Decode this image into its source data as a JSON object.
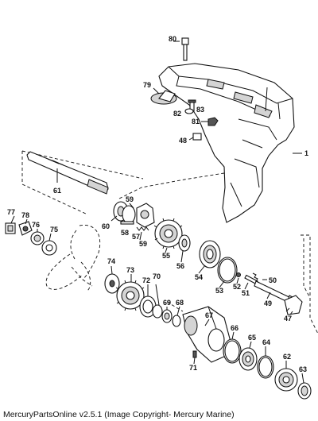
{
  "footer": {
    "caption": "MercuryPartsOnline v2.5.1 (Image Copyright- Mercury Marine)"
  },
  "diagram": {
    "callouts": [
      "80",
      "79",
      "83",
      "82",
      "81",
      "48",
      "1",
      "61",
      "59",
      "77",
      "78",
      "76",
      "75",
      "60",
      "58",
      "57",
      "59",
      "55",
      "56",
      "54",
      "53",
      "52",
      "51",
      "50",
      "49",
      "47",
      "74",
      "73",
      "72",
      "70",
      "69",
      "68",
      "67",
      "66",
      "65",
      "64",
      "62",
      "63",
      "71"
    ]
  }
}
